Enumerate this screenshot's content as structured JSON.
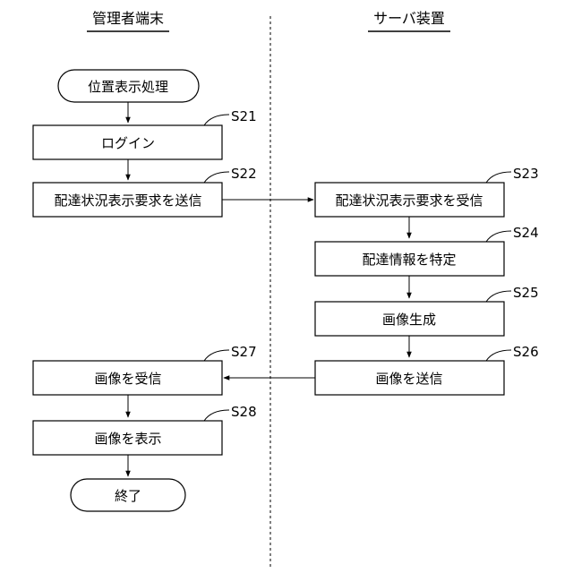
{
  "lanes": {
    "left_title": "管理者端末",
    "right_title": "サーバ装置"
  },
  "nodes": {
    "start": "位置表示処理",
    "s21": "ログイン",
    "s22": "配達状況表示要求を送信",
    "s23": "配達状況表示要求を受信",
    "s24": "配達情報を特定",
    "s25": "画像生成",
    "s26": "画像を送信",
    "s27": "画像を受信",
    "s28": "画像を表示",
    "end": "終了"
  },
  "steps": {
    "s21": "S21",
    "s22": "S22",
    "s23": "S23",
    "s24": "S24",
    "s25": "S25",
    "s26": "S26",
    "s27": "S27",
    "s28": "S28"
  }
}
